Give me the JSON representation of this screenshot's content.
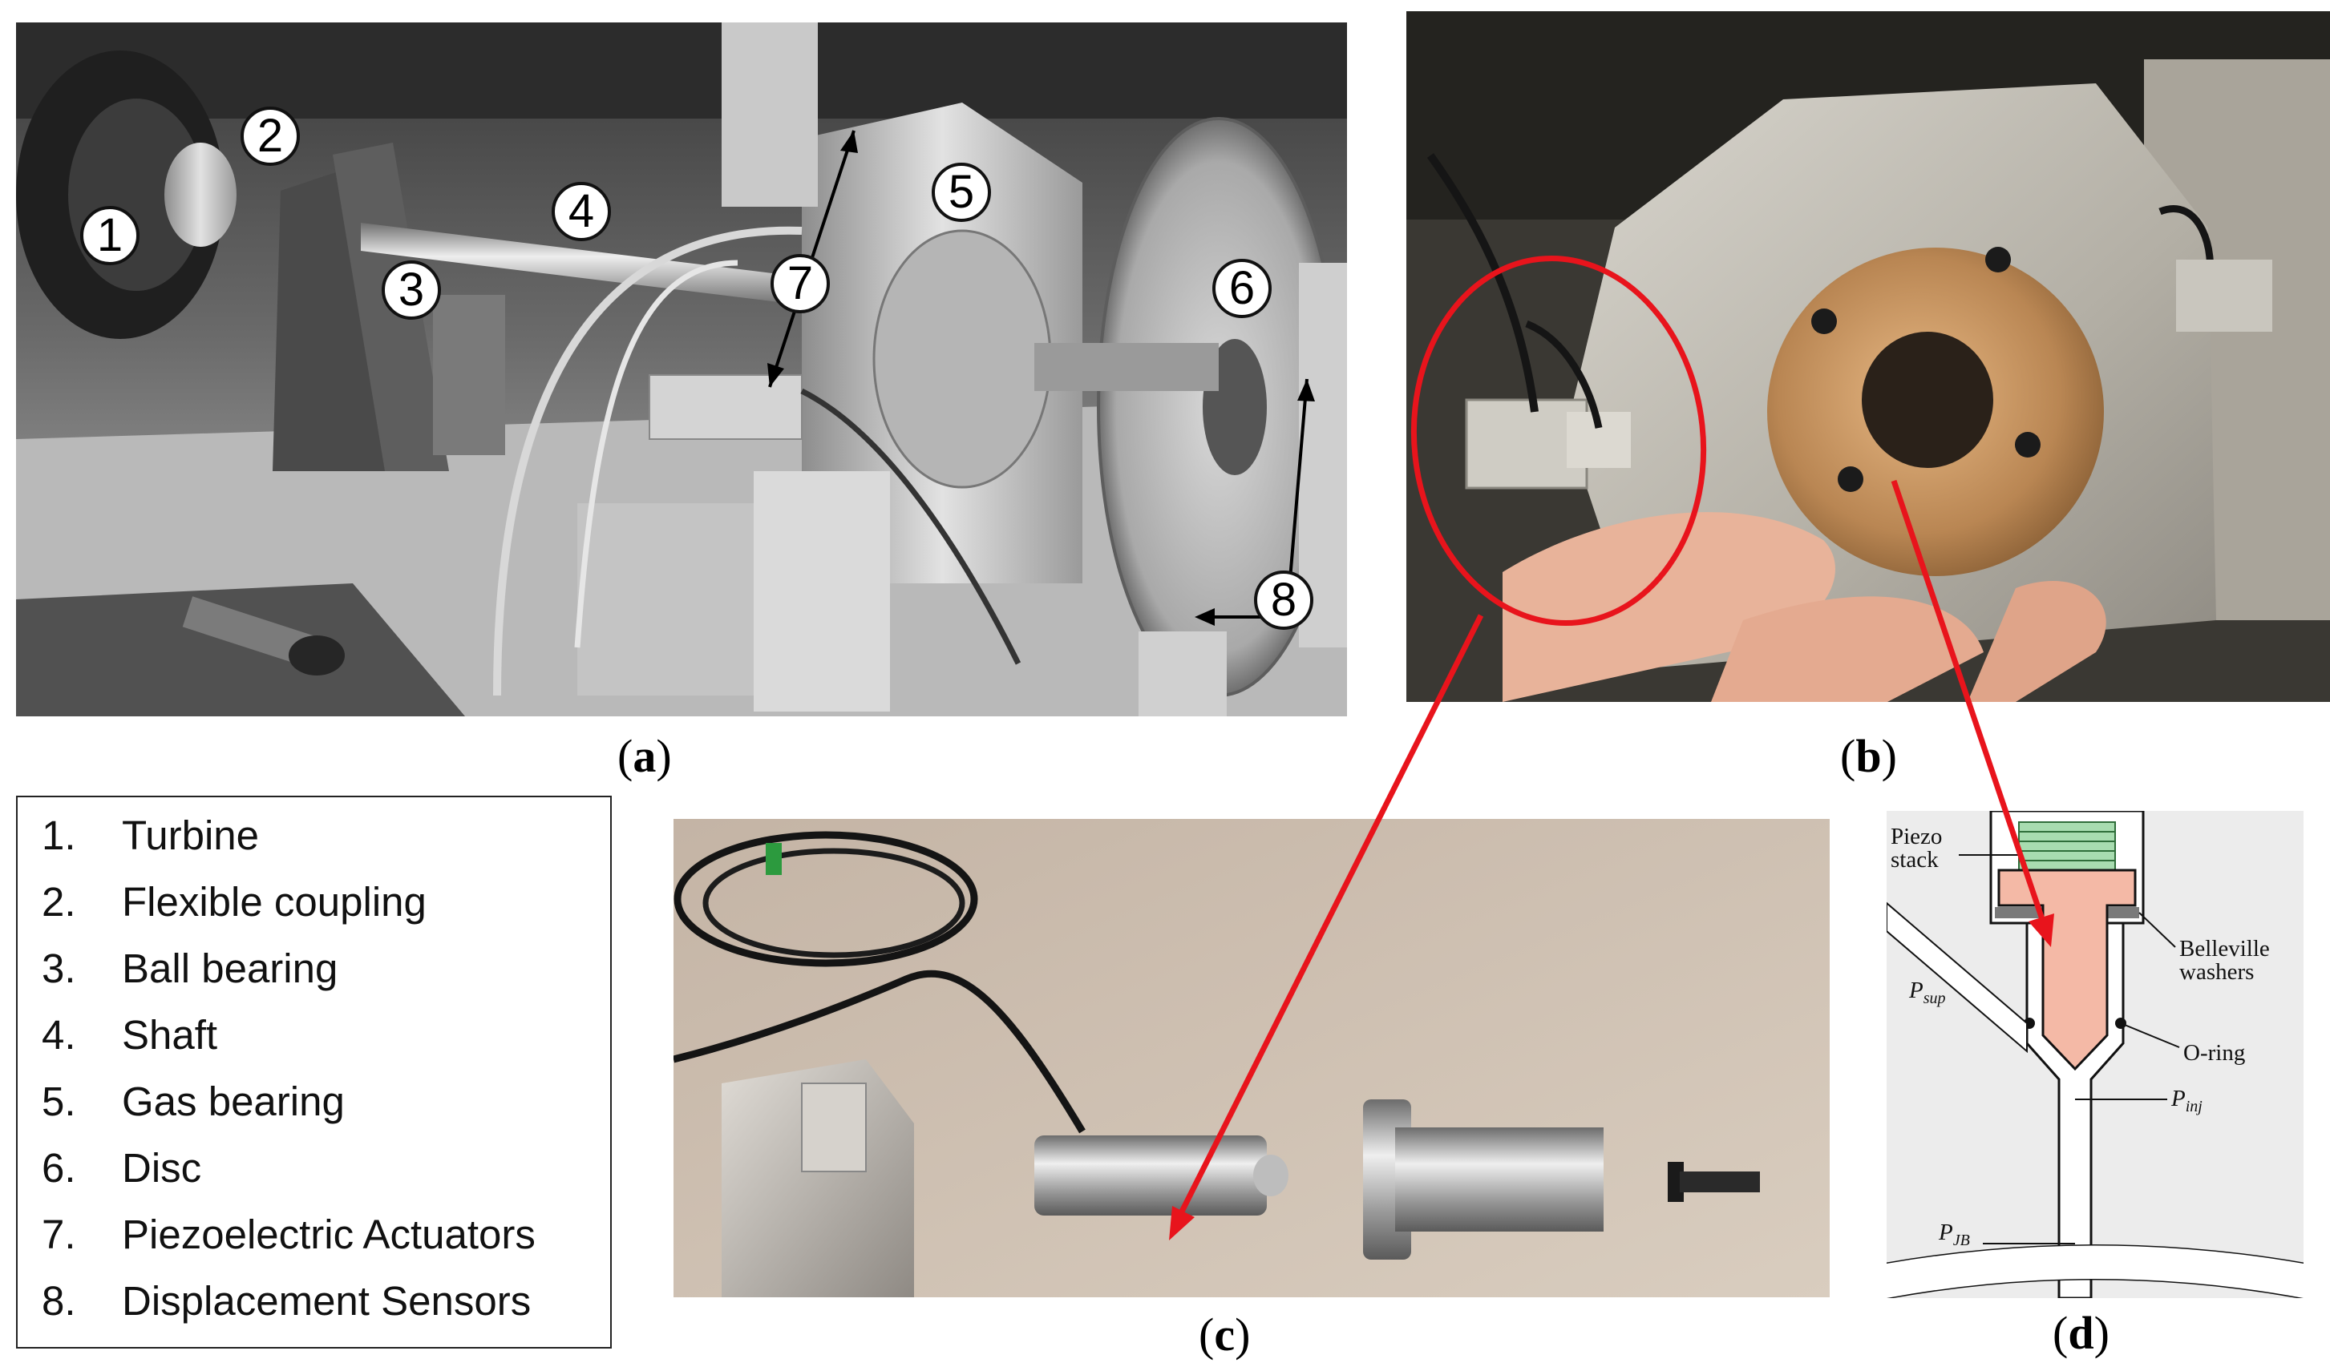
{
  "panels": {
    "a": {
      "caption_open": "(",
      "caption_letter": "a",
      "caption_close": ")"
    },
    "b": {
      "caption_open": "(",
      "caption_letter": "b",
      "caption_close": ")"
    },
    "c": {
      "caption_open": "(",
      "caption_letter": "c",
      "caption_close": ")"
    },
    "d": {
      "caption_open": "(",
      "caption_letter": "d",
      "caption_close": ")"
    }
  },
  "markers": [
    "1",
    "2",
    "3",
    "4",
    "5",
    "6",
    "7",
    "8"
  ],
  "legend": [
    {
      "num": "1.",
      "label": "Turbine"
    },
    {
      "num": "2.",
      "label": "Flexible coupling"
    },
    {
      "num": "3.",
      "label": "Ball bearing"
    },
    {
      "num": "4.",
      "label": "Shaft"
    },
    {
      "num": "5.",
      "label": "Gas bearing"
    },
    {
      "num": "6.",
      "label": "Disc"
    },
    {
      "num": "7.",
      "label": "Piezoelectric Actuators"
    },
    {
      "num": "8.",
      "label": "Displacement Sensors"
    }
  ],
  "diagram_labels": {
    "piezo_1": "Piezo",
    "piezo_2": "stack",
    "belleville_1": "Belleville",
    "belleville_2": "washers",
    "oring": "O-ring",
    "p_sup": "P",
    "p_sup_sub": "sup",
    "p_inj": "P",
    "p_inj_sub": "inj",
    "p_jb": "P",
    "p_jb_sub": "JB"
  },
  "colors": {
    "highlight": "#e8141c",
    "piston": "#f4b9a6",
    "piezo": "#a8dcb0",
    "housing": "#ececec"
  }
}
